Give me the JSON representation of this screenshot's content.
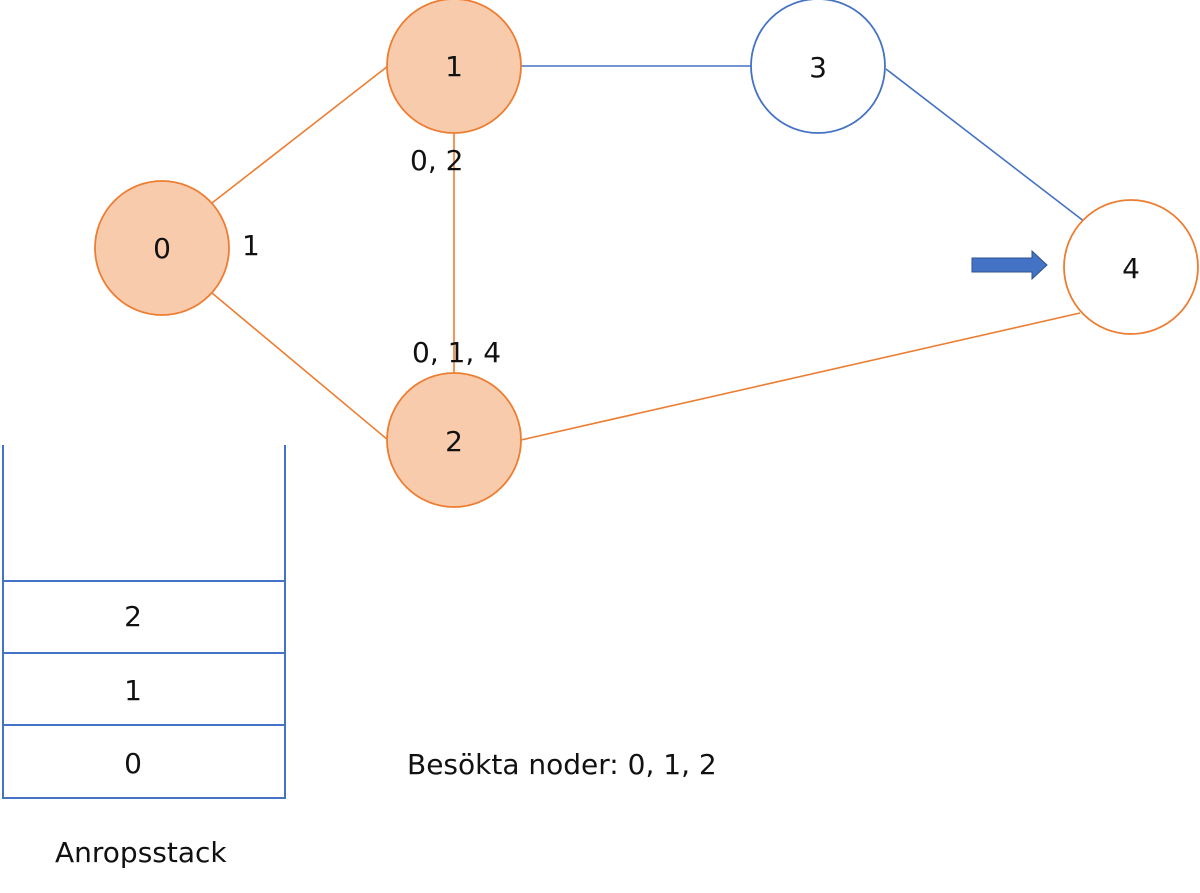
{
  "colors": {
    "visited_fill": "#f8cbad",
    "visited_stroke": "#ed7d31",
    "unvisited_fill": "#ffffff",
    "blue_stroke": "#4472c4",
    "arrow_fill": "#4472c4",
    "text": "#111111"
  },
  "nodes": [
    {
      "id": "0",
      "label": "0",
      "visited": true
    },
    {
      "id": "1",
      "label": "1",
      "visited": true
    },
    {
      "id": "2",
      "label": "2",
      "visited": true
    },
    {
      "id": "3",
      "label": "3",
      "visited": false
    },
    {
      "id": "4",
      "label": "4",
      "visited": false
    }
  ],
  "edges": [
    {
      "from": "0",
      "to": "1",
      "traversed": true
    },
    {
      "from": "0",
      "to": "2",
      "traversed": true
    },
    {
      "from": "1",
      "to": "2",
      "traversed": true
    },
    {
      "from": "1",
      "to": "3",
      "traversed": false
    },
    {
      "from": "3",
      "to": "4",
      "traversed": false
    },
    {
      "from": "2",
      "to": "4",
      "traversed": true
    }
  ],
  "adjacency_labels": {
    "node0": "1",
    "node1": "0, 2",
    "node2": "0, 1, 4"
  },
  "current_node_arrow": {
    "points_to": "4",
    "icon": "right-arrow-icon"
  },
  "call_stack": {
    "caption": "Anropsstack",
    "frames": [
      "2",
      "1",
      "0"
    ]
  },
  "visited_text": "Besökta noder: 0, 1, 2"
}
